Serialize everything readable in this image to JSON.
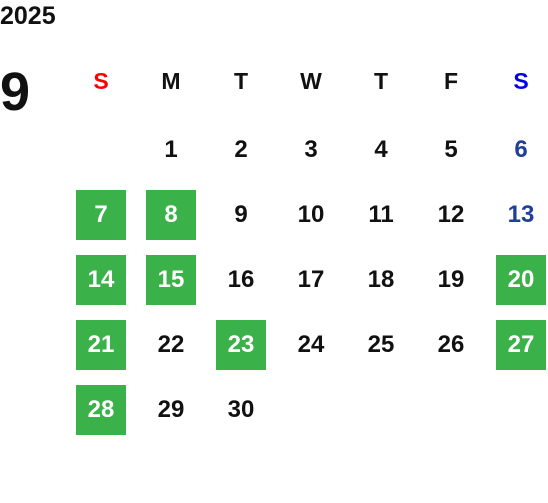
{
  "calendar": {
    "year": "2025",
    "month": "9",
    "weekdays": [
      "S",
      "M",
      "T",
      "W",
      "T",
      "F",
      "S"
    ],
    "weekday_colors": [
      "#ff0000",
      "#111111",
      "#111111",
      "#111111",
      "#111111",
      "#111111",
      "#0000ee"
    ],
    "highlight_color": "#3bb14a",
    "saturday_text_color": "#1f3f99",
    "days": [
      {
        "label": "1",
        "col": 1,
        "week": 0,
        "holiday": false,
        "saturday": false
      },
      {
        "label": "2",
        "col": 2,
        "week": 0,
        "holiday": false,
        "saturday": false
      },
      {
        "label": "3",
        "col": 3,
        "week": 0,
        "holiday": false,
        "saturday": false
      },
      {
        "label": "4",
        "col": 4,
        "week": 0,
        "holiday": false,
        "saturday": false
      },
      {
        "label": "5",
        "col": 5,
        "week": 0,
        "holiday": false,
        "saturday": false
      },
      {
        "label": "6",
        "col": 6,
        "week": 0,
        "holiday": false,
        "saturday": true
      },
      {
        "label": "7",
        "col": 0,
        "week": 1,
        "holiday": true,
        "saturday": false
      },
      {
        "label": "8",
        "col": 1,
        "week": 1,
        "holiday": true,
        "saturday": false
      },
      {
        "label": "9",
        "col": 2,
        "week": 1,
        "holiday": false,
        "saturday": false
      },
      {
        "label": "10",
        "col": 3,
        "week": 1,
        "holiday": false,
        "saturday": false
      },
      {
        "label": "11",
        "col": 4,
        "week": 1,
        "holiday": false,
        "saturday": false
      },
      {
        "label": "12",
        "col": 5,
        "week": 1,
        "holiday": false,
        "saturday": false
      },
      {
        "label": "13",
        "col": 6,
        "week": 1,
        "holiday": false,
        "saturday": true
      },
      {
        "label": "14",
        "col": 0,
        "week": 2,
        "holiday": true,
        "saturday": false
      },
      {
        "label": "15",
        "col": 1,
        "week": 2,
        "holiday": true,
        "saturday": false
      },
      {
        "label": "16",
        "col": 2,
        "week": 2,
        "holiday": false,
        "saturday": false
      },
      {
        "label": "17",
        "col": 3,
        "week": 2,
        "holiday": false,
        "saturday": false
      },
      {
        "label": "18",
        "col": 4,
        "week": 2,
        "holiday": false,
        "saturday": false
      },
      {
        "label": "19",
        "col": 5,
        "week": 2,
        "holiday": false,
        "saturday": false
      },
      {
        "label": "20",
        "col": 6,
        "week": 2,
        "holiday": true,
        "saturday": true
      },
      {
        "label": "21",
        "col": 0,
        "week": 3,
        "holiday": true,
        "saturday": false
      },
      {
        "label": "22",
        "col": 1,
        "week": 3,
        "holiday": false,
        "saturday": false
      },
      {
        "label": "23",
        "col": 2,
        "week": 3,
        "holiday": true,
        "saturday": false
      },
      {
        "label": "24",
        "col": 3,
        "week": 3,
        "holiday": false,
        "saturday": false
      },
      {
        "label": "25",
        "col": 4,
        "week": 3,
        "holiday": false,
        "saturday": false
      },
      {
        "label": "26",
        "col": 5,
        "week": 3,
        "holiday": false,
        "saturday": false
      },
      {
        "label": "27",
        "col": 6,
        "week": 3,
        "holiday": true,
        "saturday": true
      },
      {
        "label": "28",
        "col": 0,
        "week": 4,
        "holiday": true,
        "saturday": false
      },
      {
        "label": "29",
        "col": 1,
        "week": 4,
        "holiday": false,
        "saturday": false
      },
      {
        "label": "30",
        "col": 2,
        "week": 4,
        "holiday": false,
        "saturday": false
      }
    ]
  }
}
